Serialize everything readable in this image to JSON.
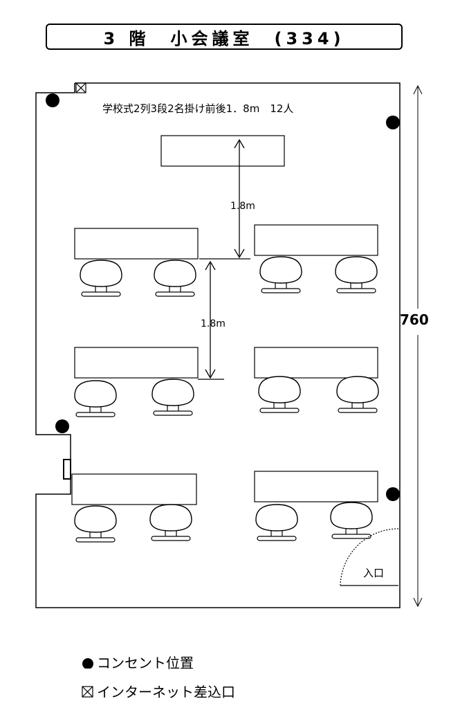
{
  "title": "3 階　小会議室　(334)",
  "layout_caption": "学校式2列3段2名掛け前後1．8m　12人",
  "dimension_label": "760",
  "spacing_labels": [
    "1.8m",
    "1.8m"
  ],
  "entrance_label": "入口",
  "legend": {
    "outlet": "コンセント位置",
    "internet": "インターネット差込口"
  }
}
